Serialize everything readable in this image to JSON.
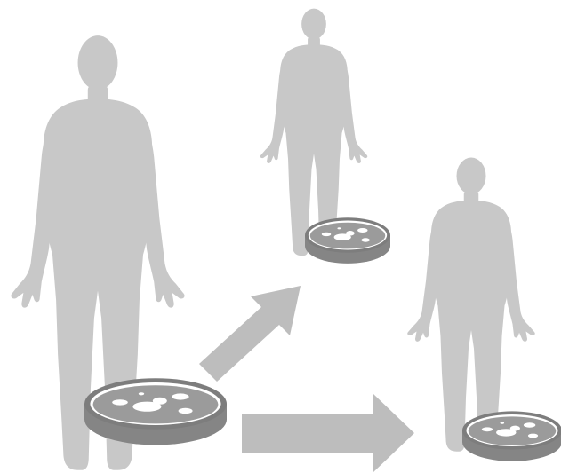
{
  "colors": {
    "figure": "#c8c8c8",
    "arrow": "#bdbdbd",
    "dish_rim": "#7d7d7d",
    "dish_inner": "#9a9a9a",
    "dish_wall": "#8a8a8a",
    "colony": "#ffffff"
  },
  "diagram": {
    "figures": [
      {
        "id": "source",
        "icon": "human-silhouette",
        "dish": "petri-dish"
      },
      {
        "id": "recipient-upper",
        "icon": "human-silhouette",
        "dish": "petri-dish"
      },
      {
        "id": "recipient-lower",
        "icon": "human-silhouette",
        "dish": "petri-dish"
      }
    ],
    "arrows": [
      {
        "from": "source",
        "to": "recipient-upper",
        "icon": "arrow"
      },
      {
        "from": "source",
        "to": "recipient-lower",
        "icon": "arrow"
      }
    ]
  }
}
